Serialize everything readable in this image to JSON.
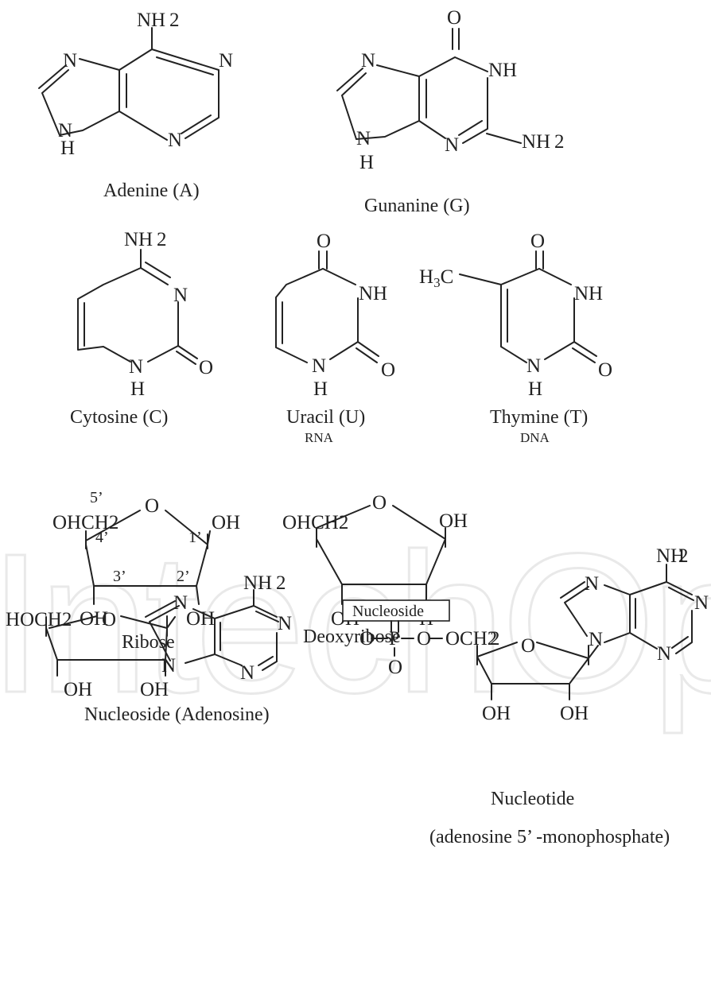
{
  "watermark": "IntechOpen",
  "atoms": {
    "N": "N",
    "H": "H",
    "O": "O",
    "NH": "NH",
    "NH2": "NH",
    "sub_2": "2",
    "H3C": "H3C",
    "OH": "OH",
    "P": "P",
    "OHCH2": "OHCH2",
    "HOCH2": "HOCH2",
    "OCH2": "OCH2"
  },
  "captions": {
    "adenine": "Adenine (A)",
    "guanine": "Gunanine (G)",
    "cytosine": "Cytosine (C)",
    "uracil": "Uracil (U)",
    "uracil_note": "RNA",
    "thymine": "Thymine (T)",
    "thymine_note": "DNA",
    "ribose": "Ribose",
    "deoxyribose": "Deoxyribose",
    "nucleoside": "Nucleoside (Adenosine)",
    "nucleotide": "Nucleotide",
    "nucleotide_note": "(adenosine 5’ -monophosphate)"
  },
  "labels": {
    "nucleoside_box": "Nucleoside",
    "pos_5": "5’",
    "pos_4": "4’",
    "pos_3": "3’",
    "pos_2": "2’",
    "pos_1": "1’"
  }
}
